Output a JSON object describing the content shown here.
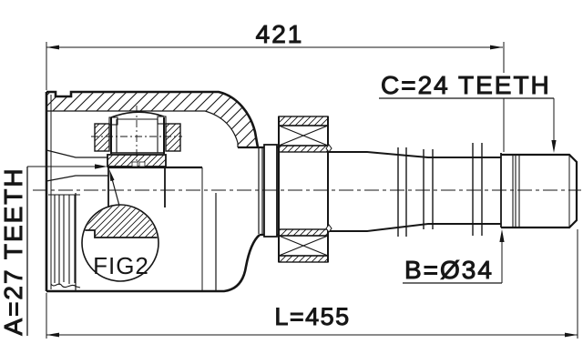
{
  "drawing": {
    "type": "technical-cross-section",
    "subject": "CV joint / drive shaft assembly",
    "labels": {
      "top_dimension": "421",
      "overall_length": "L=455",
      "outer_spline": "C=24 TEETH",
      "inner_spline": "A=27 TEETH",
      "shaft_diameter": "B=Ø34",
      "detail_reference": "FIG2"
    },
    "colors": {
      "line": "#161616",
      "background": "#ffffff"
    }
  }
}
